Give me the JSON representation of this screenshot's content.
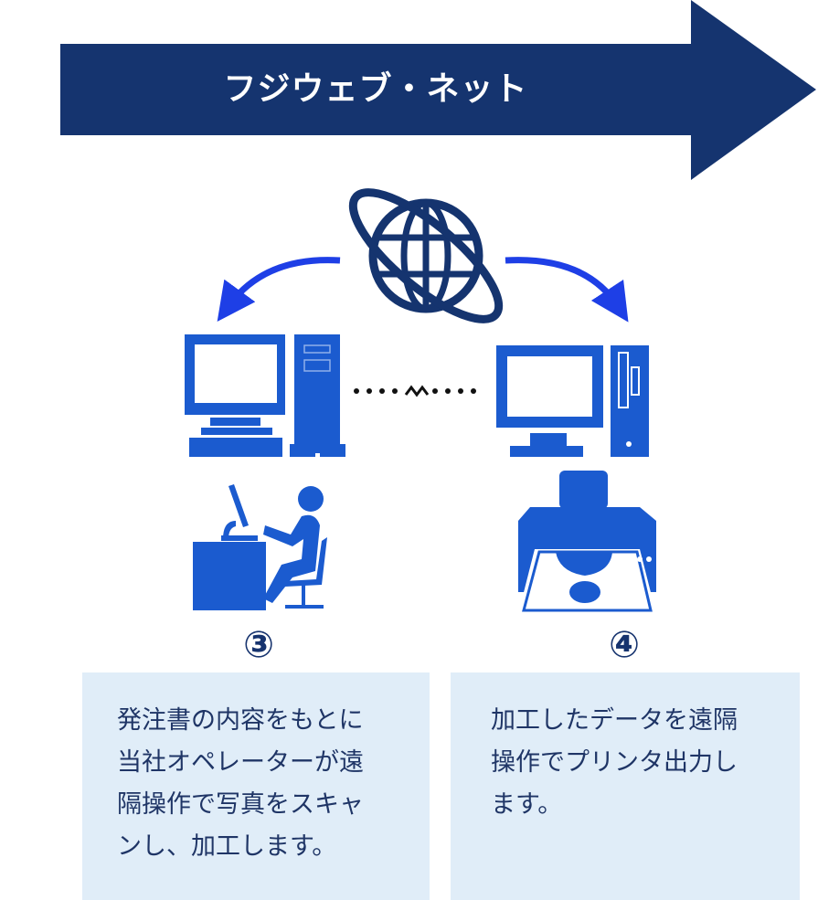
{
  "banner": {
    "title": "フジウェブ・ネット"
  },
  "steps": [
    {
      "number": "③",
      "text": "発注書の内容をもとに\n当社オペレーターが遠\n隔操作で写真をスキャ\nンし、加工します。"
    },
    {
      "number": "④",
      "text": "加工したデータを遠隔\n操作でプリンタ出力し\nます。"
    }
  ],
  "colors": {
    "banner": "#15346f",
    "icon": "#1b5bcf",
    "arrow": "#1e3fe6",
    "box": "#e0edf8"
  }
}
